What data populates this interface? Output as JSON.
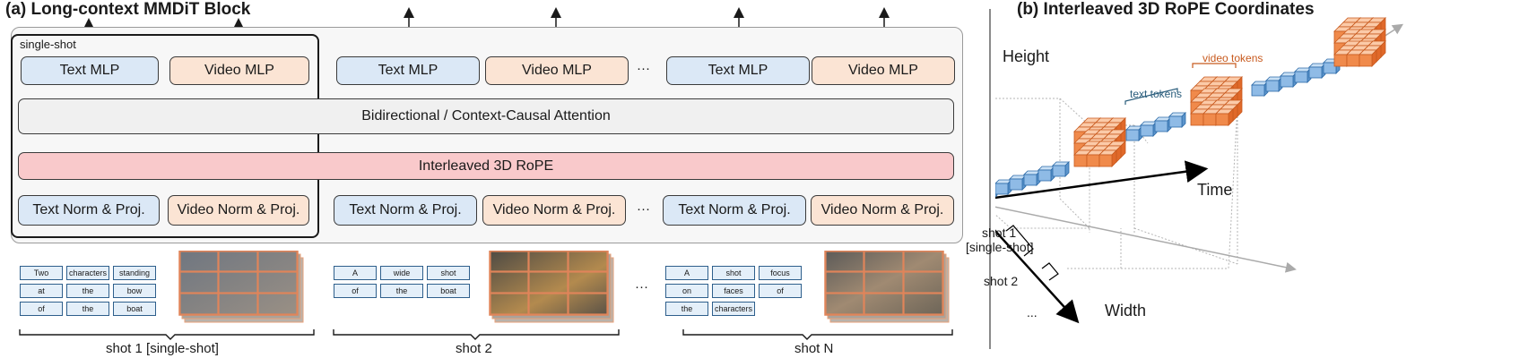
{
  "panel_a": {
    "title": "(a) Long-context MMDiT Block",
    "single_shot_label": "single-shot",
    "text_mlp": "Text MLP",
    "video_mlp": "Video MLP",
    "attention": "Bidirectional / Context-Causal Attention",
    "rope": "Interleaved 3D RoPE",
    "text_norm": "Text Norm & Proj.",
    "video_norm": "Video Norm & Proj.",
    "ellipsis": "···",
    "shots": [
      {
        "label": "shot 1 [single-shot]",
        "tokens": [
          "Two",
          "characters",
          "standing",
          "at",
          "the",
          "bow",
          "of",
          "the",
          "boat"
        ]
      },
      {
        "label": "shot 2",
        "tokens": [
          "A",
          "wide",
          "shot",
          "of",
          "the",
          "boat"
        ]
      },
      {
        "label": "shot N",
        "tokens": [
          "A",
          "shot",
          "focus",
          "on",
          "faces",
          "of",
          "the",
          "characters"
        ]
      }
    ]
  },
  "panel_b": {
    "title": "(b) Interleaved 3D RoPE Coordinates",
    "height_label": "Height",
    "time_label": "Time",
    "width_label": "Width",
    "text_tokens_label": "text tokens",
    "video_tokens_label": "video tokens",
    "shot1_label": "shot 1",
    "shot1_sub": "[single-shot]",
    "shot2_label": "shot 2",
    "ellipsis": "..."
  },
  "colors": {
    "text_blue": "#dbe8f6",
    "video_orange": "#fbe4d4",
    "rope_pink": "#f9c9cb",
    "token_cube_blue": "#8fbbe6",
    "video_cube_orange": "#f08a4b"
  }
}
